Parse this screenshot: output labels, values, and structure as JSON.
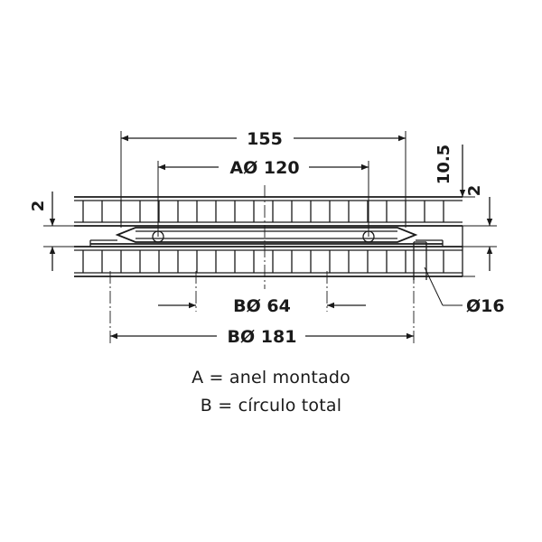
{
  "dimensions": {
    "overall_width": "155",
    "ring_diameter": "AØ 120",
    "height": "10.5",
    "plate_thickness_left": "2",
    "plate_thickness_right": "2",
    "inner_circle": "BØ 64",
    "outer_circle": "BØ 181",
    "hole_diameter": "Ø16"
  },
  "legend": {
    "a": "A = anel montado",
    "b": "B = círculo total"
  }
}
